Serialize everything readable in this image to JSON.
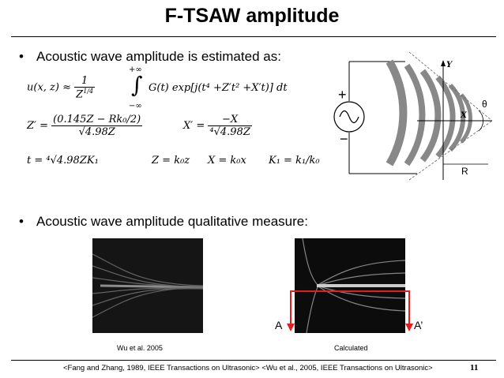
{
  "slide": {
    "title": "F-TSAW amplitude",
    "bullet1": "Acoustic wave amplitude is estimated as:",
    "bullet2": "Acoustic wave amplitude qualitative measure:",
    "page_number": "11",
    "footer": "<Fang and Zhang, 1989, IEEE Transactions on Ultrasonic>   <Wu et al., 2005, IEEE Transactions on Ultrasonic>"
  },
  "equations": {
    "eq1_lhs": "u(x, z) ≈",
    "eq1_coef_num": "1",
    "eq1_coef_den": "Z",
    "eq1_coef_den_exp": "1/4",
    "eq1_int_upper": "+∞",
    "eq1_int_lower": "−∞",
    "eq1_rhs": "G(t) exp[j(t⁴ +Z′t² +X′t)] dt",
    "eq2_lhs": "Z′ =",
    "eq2_num": "(0.145Z − Rk₀/2)",
    "eq2_den": "√4.98Z",
    "eq3_lhs": "X′ =",
    "eq3_num": "−X",
    "eq3_den": "⁴√4.98Z",
    "eq4": "t = ⁴√4.98ZK₁",
    "eq5": "Z = k₀z",
    "eq6": "X = k₀x",
    "eq7": "K₁ = k₁/k₀"
  },
  "diagram": {
    "theta_label": "θ",
    "r_label": "R",
    "y_label": "Y",
    "x_label": "X",
    "plus": "+",
    "minus": "−"
  },
  "images": {
    "left_caption": "Wu et al. 2005",
    "right_caption": "Calculated",
    "a_label": "A",
    "a_prime_label": "A’"
  },
  "colors": {
    "accent_red": "#e02020"
  }
}
